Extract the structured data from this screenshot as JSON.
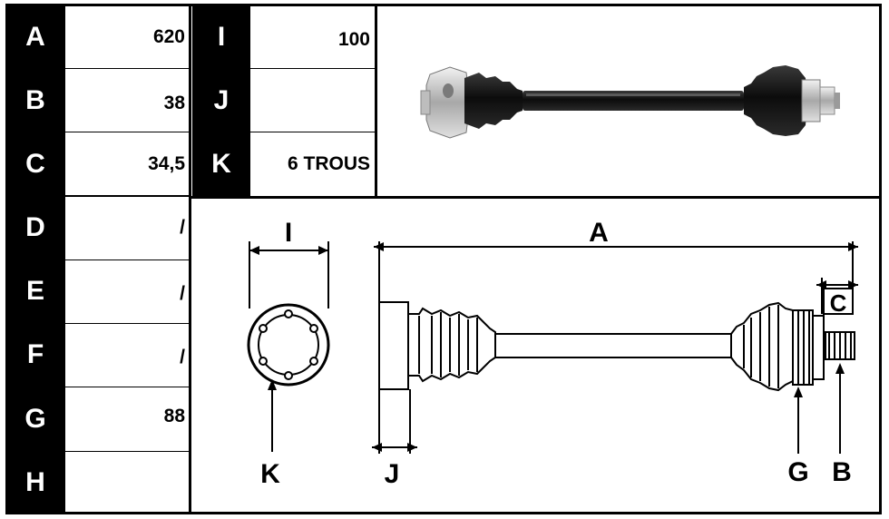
{
  "table": {
    "rows_left": [
      {
        "label": "A",
        "value": "620"
      },
      {
        "label": "B",
        "value": "38"
      },
      {
        "label": "C",
        "value": "34,5"
      },
      {
        "label": "D",
        "value": "/"
      },
      {
        "label": "E",
        "value": "/"
      },
      {
        "label": "F",
        "value": "/"
      },
      {
        "label": "G",
        "value": "88"
      },
      {
        "label": "H",
        "value": ""
      }
    ],
    "rows_right": [
      {
        "label": "I",
        "value": "100"
      },
      {
        "label": "J",
        "value": ""
      },
      {
        "label": "K",
        "value": "6 TROUS"
      }
    ]
  },
  "diagram": {
    "labels": {
      "A": "A",
      "B": "B",
      "C": "C",
      "G": "G",
      "I": "I",
      "J": "J",
      "K": "K"
    }
  },
  "colors": {
    "ink": "#000000",
    "paper": "#ffffff",
    "shaft": "#1a1a1a",
    "metal": "#c8c8c8"
  }
}
